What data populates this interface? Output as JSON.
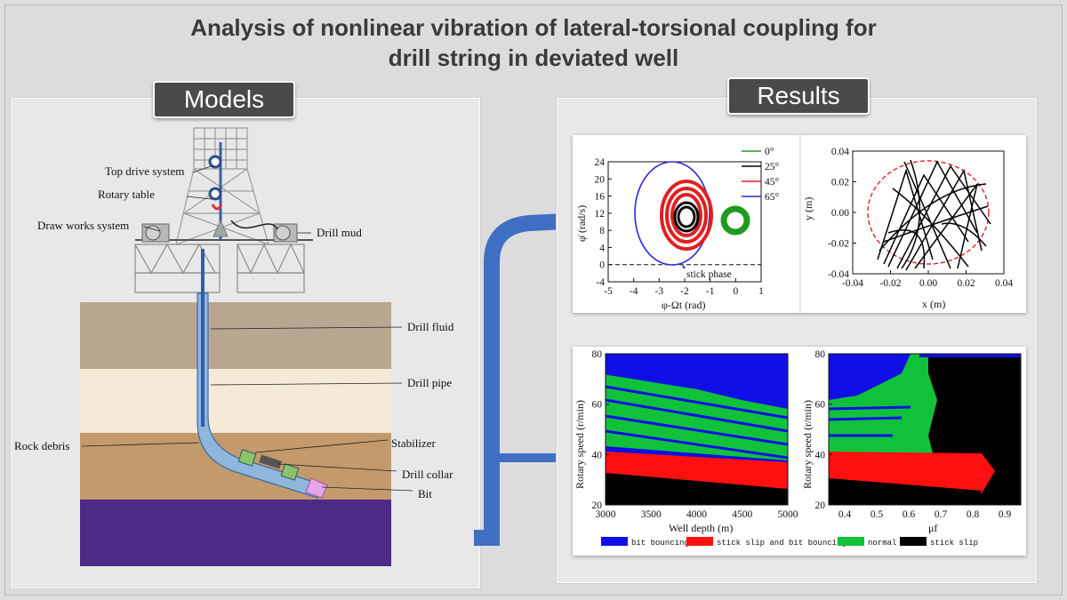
{
  "title_line1": "Analysis of nonlinear vibration of lateral-torsional coupling for",
  "title_line2": "drill string in deviated well",
  "models": {
    "heading": "Models",
    "labels": {
      "top_drive": "Top drive system",
      "rotary_table": "Rotary table",
      "draw_works": "Draw works system",
      "drill_mud": "Drill mud",
      "drill_fluid": "Drill fluid",
      "drill_pipe": "Drill pipe",
      "rock_debris": "Rock debris",
      "stabilizer": "Stabilizer",
      "drill_collar": "Drill collar",
      "bit": "Bit"
    },
    "colors": {
      "layer1": "#b9a690",
      "layer2": "#f4ead7",
      "layer3": "#c39a6b",
      "layer4": "#4d2a86",
      "pipe": "#8fb6dd",
      "arrow": "#3f6fc2"
    }
  },
  "results": {
    "heading": "Results",
    "phase_plot": {
      "type": "line",
      "xlabel": "φ-Ωt (rad)",
      "ylabel": "φ̇ (rad/s)",
      "xlim": [
        -5,
        1
      ],
      "ylim": [
        -4,
        24
      ],
      "xticks": [
        "-5",
        "-4",
        "-3",
        "-2",
        "-1",
        "0",
        "1"
      ],
      "yticks": [
        "24",
        "20",
        "16",
        "12",
        "8",
        "4",
        "0",
        "-4"
      ],
      "series": [
        {
          "name": "0°",
          "color": "#1e9a1e"
        },
        {
          "name": "25°",
          "color": "#000000"
        },
        {
          "name": "45°",
          "color": "#e02020"
        },
        {
          "name": "65°",
          "color": "#2b2bd6"
        }
      ],
      "annotation": "stick phase"
    },
    "orbit_plot": {
      "type": "scatter",
      "xlabel": "x (m)",
      "ylabel": "y (m)",
      "xlim": [
        -0.04,
        0.04
      ],
      "ylim": [
        -0.04,
        0.04
      ],
      "xticks": [
        "-0.04",
        "-0.02",
        "0.00",
        "0.02",
        "0.04"
      ],
      "yticks": [
        "0.04",
        "0.02",
        "0.00",
        "-0.02",
        "-0.04"
      ]
    },
    "map1": {
      "type": "heatmap",
      "xlabel": "Well depth (m)",
      "ylabel": "Rotary speed (r/min)",
      "xlim": [
        3000,
        5000
      ],
      "ylim": [
        20,
        80
      ],
      "xticks": [
        "3000",
        "3500",
        "4000",
        "4500",
        "5000"
      ],
      "yticks": [
        "80",
        "60",
        "40",
        "20"
      ]
    },
    "map2": {
      "type": "heatmap",
      "xlabel": "μf",
      "ylabel": "Rotary speed (r/min)",
      "xlim": [
        0.35,
        0.95
      ],
      "ylim": [
        20,
        80
      ],
      "xticks": [
        "0.4",
        "0.5",
        "0.6",
        "0.7",
        "0.8",
        "0.9"
      ],
      "yticks": [
        "80",
        "60",
        "40",
        "20"
      ]
    },
    "legend": [
      {
        "label": "bit bouncing",
        "color": "#1010e6"
      },
      {
        "label": "stick slip and bit bouncing",
        "color": "#ff1010"
      },
      {
        "label": "normal",
        "color": "#10c23a"
      },
      {
        "label": "stick slip",
        "color": "#000000"
      }
    ]
  }
}
